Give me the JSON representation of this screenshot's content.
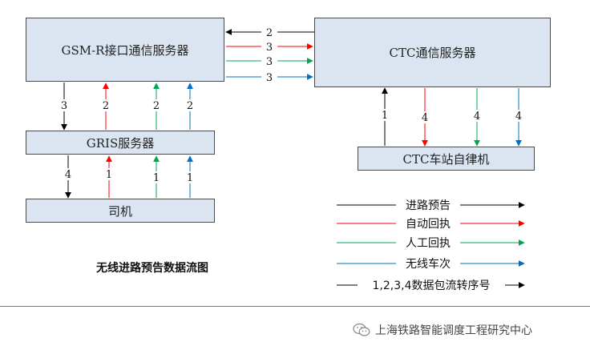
{
  "boxes": {
    "gsm_server": "GSM-R接口通信服务器",
    "ctc_server": "CTC通信服务器",
    "gris_server": "GRIS服务器",
    "ctc_station": "CTC车站自律机",
    "driver": "司机"
  },
  "arrow_labels": {
    "ctc_to_gsm": "2",
    "gsm_to_ctc_red": "3",
    "gsm_to_ctc_green": "3",
    "gsm_to_ctc_blue": "3",
    "gsm_to_gris": "3",
    "gris_to_gsm_red": "2",
    "gris_to_gsm_green": "2",
    "gris_to_gsm_blue": "2",
    "gris_to_driver": "4",
    "driver_to_gris_red": "1",
    "driver_to_gris_green": "1",
    "driver_to_gris_blue": "1",
    "station_to_ctc": "1",
    "ctc_to_station_red": "4",
    "ctc_to_station_green": "4",
    "ctc_to_station_blue": "4"
  },
  "legend": [
    {
      "label": "进路预告",
      "color": "#000000"
    },
    {
      "label": "自动回执",
      "color": "#ff0000"
    },
    {
      "label": "人工回执",
      "color": "#00a651"
    },
    {
      "label": "无线车次",
      "color": "#0070c0"
    },
    {
      "label": "1,2,3,4数据包流转序号",
      "color": "#000000"
    }
  ],
  "caption": "无线进路预告数据流图",
  "watermark": "上海铁路智能调度工程研究中心",
  "colors": {
    "black": "#000000",
    "red": "#ff0000",
    "green": "#00a651",
    "blue": "#0070c0",
    "box_fill": "#dbe5f1"
  }
}
